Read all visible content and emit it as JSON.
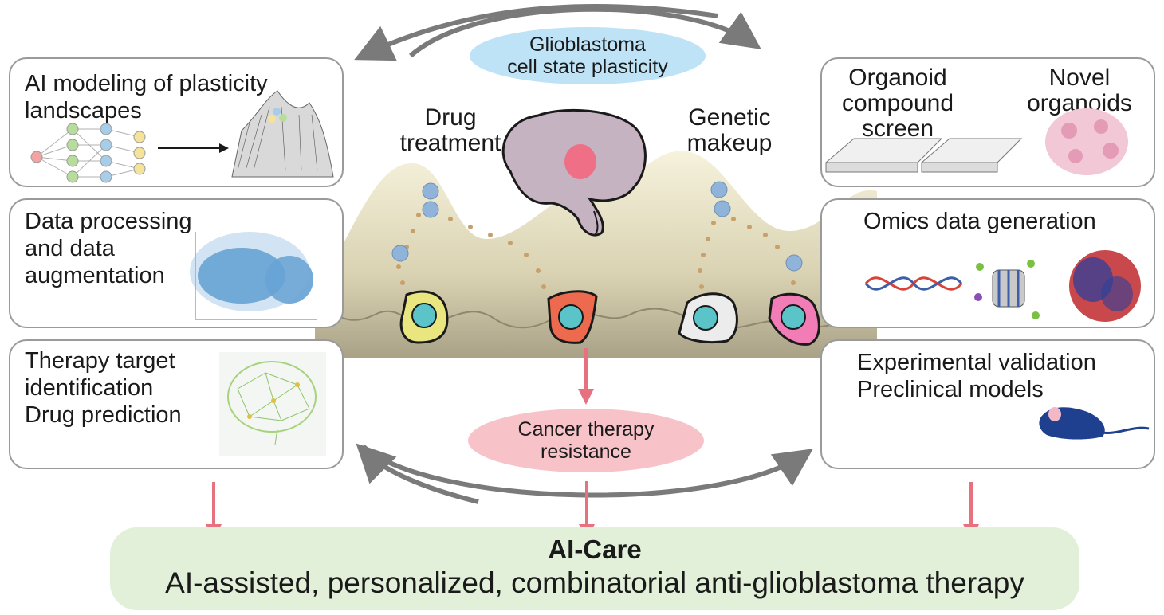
{
  "center": {
    "top_oval": "Glioblastoma\ncell state plasticity",
    "bottom_oval": "Cancer therapy\nresistance",
    "left_label": "Drug\ntreatment",
    "right_label": "Genetic\nmakeup"
  },
  "left_panels": [
    {
      "text": "AI modeling of plasticity\nlandscapes"
    },
    {
      "text": "Data processing\nand data\naugmentation"
    },
    {
      "text": "Therapy target\nidentification\nDrug prediction"
    }
  ],
  "right_panels": [
    {
      "text_a": "Organoid\ncompound\nscreen",
      "text_b": "Novel\norganoids"
    },
    {
      "text": "Omics data generation"
    },
    {
      "text": "Experimental validation\nPreclinical models"
    }
  ],
  "result": {
    "title": "AI-Care",
    "subtitle": "AI-assisted, personalized,  combinatorial anti-glioblastoma therapy"
  },
  "colors": {
    "arrow": "#e8717f",
    "cycle_arrow": "#7a7a7a",
    "top_oval": "#bfe3f6",
    "bottom_oval": "#f7c3c9",
    "result_box": "#e2f0d9",
    "landscape": "#efe9cf"
  }
}
